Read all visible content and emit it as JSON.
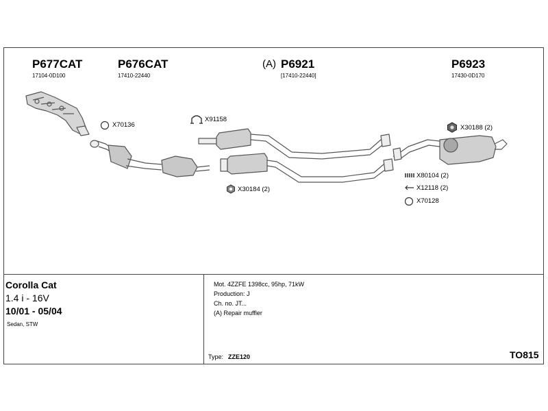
{
  "parts": [
    {
      "number": "P677CAT",
      "oem": "17104-0D100"
    },
    {
      "number": "P676CAT",
      "oem": "17410-22440"
    },
    {
      "prefix": "(A)",
      "number": "P6921",
      "oem": "[17410-22440]"
    },
    {
      "number": "P6923",
      "oem": "17430-0D170"
    }
  ],
  "fittings": [
    {
      "label": "X70136",
      "icon": "ring-icon"
    },
    {
      "label": "X91158",
      "icon": "clamp-icon"
    },
    {
      "label": "X30184 (2)",
      "icon": "nut-icon"
    },
    {
      "label": "X30188 (2)",
      "icon": "nut-icon"
    },
    {
      "label": "X80104 (2)",
      "icon": "spring-icon"
    },
    {
      "label": "X12118 (2)",
      "icon": "bolt-icon"
    },
    {
      "label": "X70128",
      "icon": "ring-icon"
    }
  ],
  "vehicle": {
    "model": "Corolla Cat",
    "engine": "1.4 i - 16V",
    "period": "10/01 - 05/04",
    "body": "Sedan, STW"
  },
  "specs": {
    "motor": "Mot. 4ZZFE 1398cc, 95hp, 71kW",
    "production": "Production: J",
    "chassis": "Ch. no. JT...",
    "note": "(A) Repair muffler",
    "type_label": "Type:",
    "type_value": "ZZE120"
  },
  "diagram_code": "TO815",
  "colors": {
    "line": "#444444",
    "part": "#555555",
    "fill": "#bdbdbd"
  }
}
